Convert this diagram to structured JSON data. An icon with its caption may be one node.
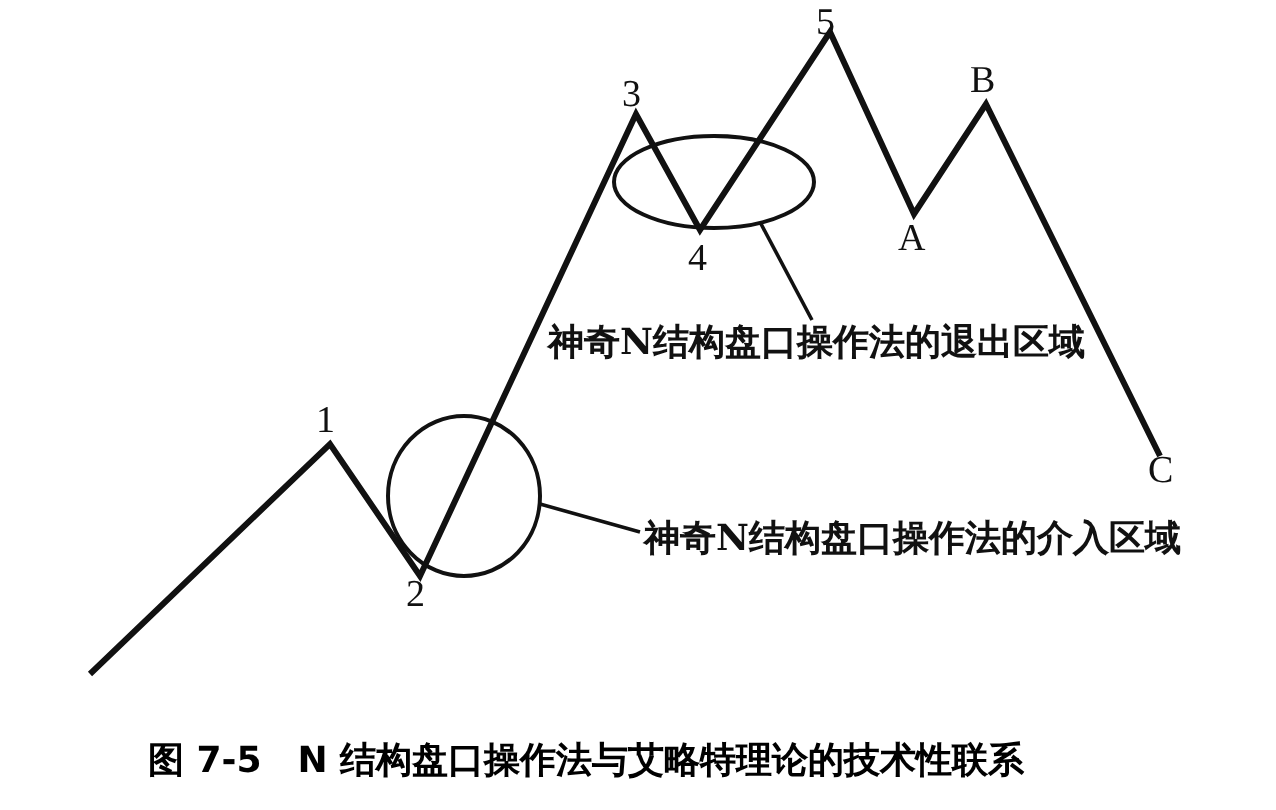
{
  "diagram": {
    "caption": "图 7-5　N 结构盘口操作法与艾略特理论的技术性联系",
    "nodes": [
      {
        "text": [],
        "shape": "ellipse"
      },
      {
        "text": [
          "神奇N结构盘口操作法的退出区域"
        ]
      },
      {
        "text": [],
        "shape": "ellipse"
      },
      {
        "text": [
          "神奇N结构盘口操作法的介入区域"
        ]
      }
    ],
    "edges": [
      {
        "from": 1,
        "to": 0,
        "arrow": "none"
      },
      {
        "from": 3,
        "to": 2,
        "arrow": "none"
      }
    ],
    "labels": [
      "5",
      "3",
      "B",
      "4",
      "A",
      "1",
      "C",
      "2"
    ]
  }
}
